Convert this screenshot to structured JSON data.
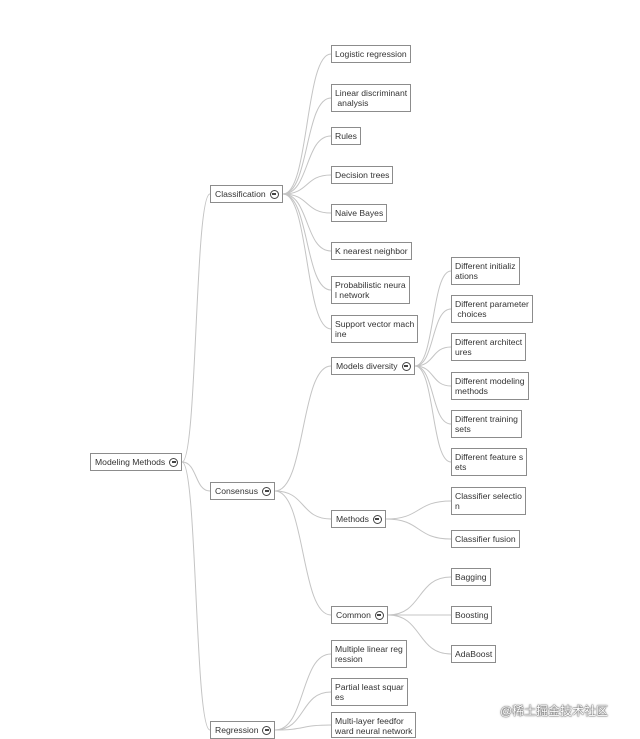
{
  "root": {
    "label": "Modeling Methods"
  },
  "branches": [
    {
      "key": "classification",
      "label": "Classification",
      "children": [
        "Logistic regression",
        "Linear discriminant\n analysis",
        "Rules",
        "Decision trees",
        "Naive Bayes",
        "K nearest neighbor",
        "Probabilistic neura\nl network",
        "Support vector mach\nine"
      ]
    },
    {
      "key": "consensus",
      "label": "Consensus",
      "children": [
        {
          "key": "models-diversity",
          "label": "Models diversity",
          "children": [
            "Different initializ\nations",
            "Different parameter\n choices",
            "Different architect\nures",
            "Different modeling\nmethods",
            "Different training\nsets",
            "Different feature s\nets"
          ]
        },
        {
          "key": "methods",
          "label": "Methods",
          "children": [
            "Classifier selectio\nn",
            "Classifier fusion"
          ]
        },
        {
          "key": "common",
          "label": "Common",
          "children": [
            "Bagging",
            "Boosting",
            "AdaBoost"
          ]
        }
      ]
    },
    {
      "key": "regression",
      "label": "Regression",
      "children": [
        "Multiple linear reg\nression",
        "Partial least squar\nes",
        "Multi-layer feedfor\nward neural network"
      ]
    }
  ],
  "watermark": "@稀土掘金技术社区",
  "colors": {
    "line": "#c4c4c4",
    "border": "#8c8c8c",
    "text": "#333333"
  },
  "icons": {
    "collapse": "collapse-circle-icon"
  }
}
